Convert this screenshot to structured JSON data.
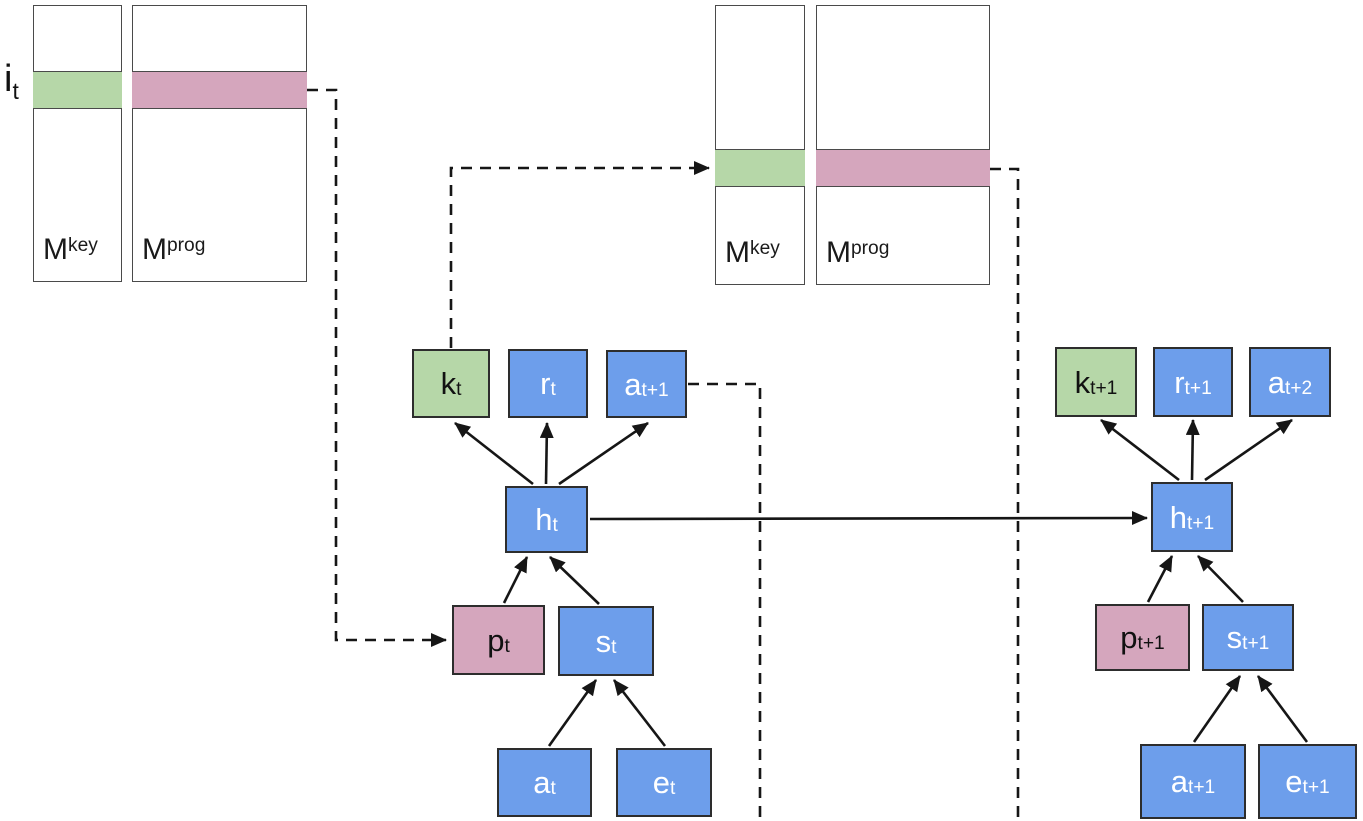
{
  "colors": {
    "node_blue": "#6d9eeb",
    "node_green": "#b6d7a8",
    "node_pink": "#d5a6bd",
    "line_black": "#161616",
    "box_border": "#2d2d2d",
    "blue_node_text": "#ffffff",
    "dark_node_text": "#111111"
  },
  "memory_blocks": {
    "left": {
      "index": {
        "base": "i",
        "sub": "t"
      },
      "key": {
        "base": "M",
        "sup": "key"
      },
      "prog": {
        "base": "M",
        "sup": "prog"
      }
    },
    "right": {
      "key": {
        "base": "M",
        "sup": "key"
      },
      "prog": {
        "base": "M",
        "sup": "prog"
      }
    }
  },
  "nodes": {
    "kt": {
      "base": "k",
      "sub": "t",
      "color": "green"
    },
    "rt": {
      "base": "r",
      "sub": "t",
      "color": "blue"
    },
    "at1top": {
      "base": "a",
      "sub": "t+1",
      "color": "blue"
    },
    "ht": {
      "base": "h",
      "sub": "t",
      "color": "blue"
    },
    "pt": {
      "base": "p",
      "sub": "t",
      "color": "pink"
    },
    "st": {
      "base": "s",
      "sub": "t",
      "color": "blue"
    },
    "at": {
      "base": "a",
      "sub": "t",
      "color": "blue"
    },
    "et": {
      "base": "e",
      "sub": "t",
      "color": "blue"
    },
    "kt1": {
      "base": "k",
      "sub": "t+1",
      "color": "green"
    },
    "rt1": {
      "base": "r",
      "sub": "t+1",
      "color": "blue"
    },
    "at2": {
      "base": "a",
      "sub": "t+2",
      "color": "blue"
    },
    "ht1": {
      "base": "h",
      "sub": "t+1",
      "color": "blue"
    },
    "pt1": {
      "base": "p",
      "sub": "t+1",
      "color": "pink"
    },
    "st1": {
      "base": "s",
      "sub": "t+1",
      "color": "blue"
    },
    "at1bottom": {
      "base": "a",
      "sub": "t+1",
      "color": "blue"
    },
    "et1": {
      "base": "e",
      "sub": "t+1",
      "color": "blue"
    }
  }
}
